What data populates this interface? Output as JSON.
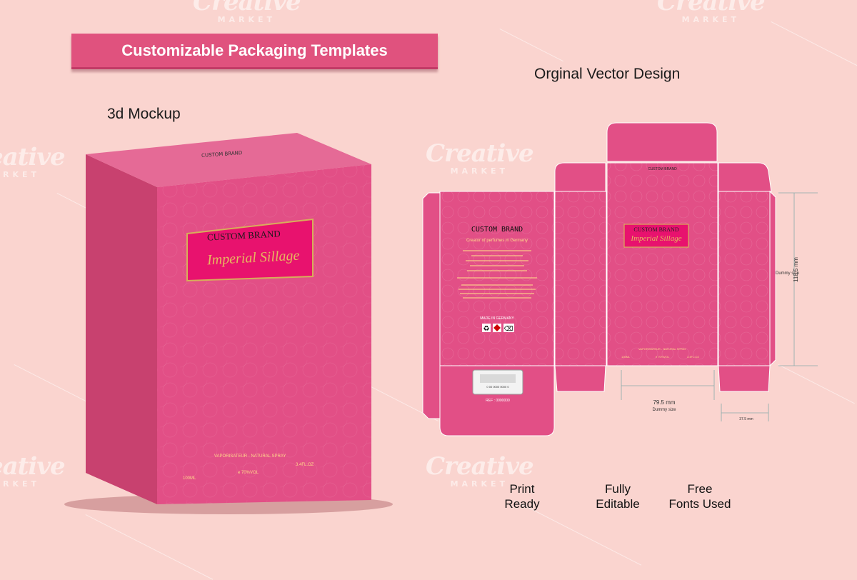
{
  "banner": {
    "title": "Customizable Packaging Templates"
  },
  "headings": {
    "mockup": "3d Mockup",
    "vector": "Orginal Vector Design"
  },
  "watermark": {
    "brand": "Creative",
    "sub": "MARKET"
  },
  "box": {
    "top_brand": "CUSTOM BRAND",
    "label_brand": "CUSTOM BRAND",
    "label_product": "Imperial Sillage",
    "spray": "VAPORISATEUR - NATURAL SPRAY",
    "volume": "100ML",
    "vol_pct": "e 70%VOL",
    "floz": "3.4FL.OZ"
  },
  "dieline": {
    "top_brand": "CUSTOM BRAND",
    "side_brand": "CUSTOM BRAND",
    "side_tagline": "Creator of perfumes in Germany",
    "made_in": "MADE IN GERMANY",
    "ref": "REF : 0000000",
    "barcode_digits": "0 00 0000 0000 0",
    "front_brand": "CUSTOM BRAND",
    "front_product": "Imperial Sillage",
    "spray": "VAPORISATEUR - NATURAL SPRAY",
    "volume": "100ML",
    "vol_pct": "e 70%VOL",
    "floz": "3.4FL.OZ",
    "dim_height": "118.5 mm",
    "dim_height_note": "Dummy size",
    "dim_width": "79.5 mm",
    "dim_width_note": "Dummy size",
    "dim_depth": "37.5 mm"
  },
  "features": [
    {
      "line1": "Print",
      "line2": "Ready"
    },
    {
      "line1": "Fully",
      "line2": "Editable"
    },
    {
      "line1": "Free",
      "line2": "Fonts Used"
    }
  ],
  "colors": {
    "background": "#fad4cf",
    "accent": "#e0527e",
    "box_front": "#e24f86",
    "box_side": "#c8416f",
    "label": "#e8126e",
    "gold": "#d8ad5a"
  }
}
